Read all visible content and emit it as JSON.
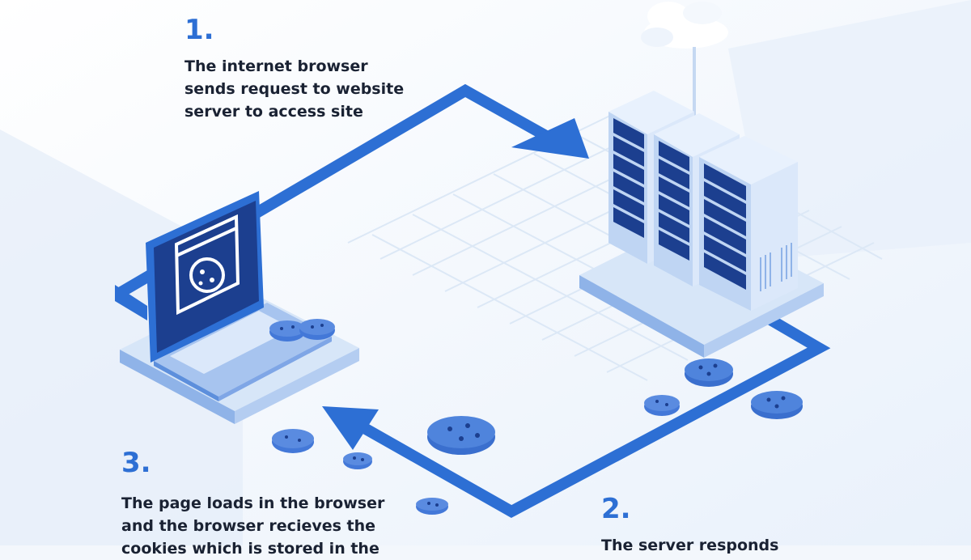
{
  "steps": [
    {
      "number": "1.",
      "lines": [
        "The internet browser",
        "sends request to website",
        "server to access site"
      ]
    },
    {
      "number": "2.",
      "lines": [
        "The server responds"
      ]
    },
    {
      "number": "3.",
      "lines": [
        "The page loads in the browser",
        "and the browser recieves the",
        "cookies which is stored in the"
      ]
    }
  ],
  "colors": {
    "accent": "#2d6fd4",
    "dark_navy": "#1c3f8f",
    "light_blue": "#d6e6fa",
    "cookie": "#4378d8"
  }
}
